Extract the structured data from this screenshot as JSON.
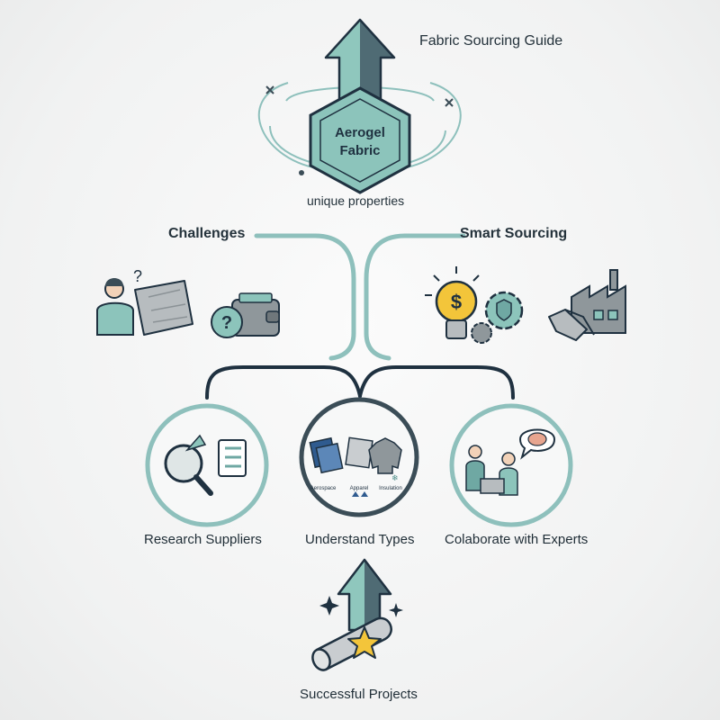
{
  "header": {
    "title": "Fabric Sourcing Guide"
  },
  "center": {
    "title_line1": "Aerogel",
    "title_line2": "Fabric",
    "subtitle": "unique properties"
  },
  "branches": {
    "left": "Challenges",
    "right": "Smart Sourcing"
  },
  "steps": [
    {
      "label": "Research Suppliers"
    },
    {
      "label": "Understand Types",
      "types": [
        "Aerospace",
        "Apparel",
        "Insulation"
      ]
    },
    {
      "label": "Colaborate with Experts"
    }
  ],
  "outcome": {
    "label": "Successful Projects"
  },
  "colors": {
    "teal": "#7fb9b5",
    "teal_dark": "#4e8e8a",
    "navy": "#1f3140",
    "gold": "#f3c53a"
  }
}
